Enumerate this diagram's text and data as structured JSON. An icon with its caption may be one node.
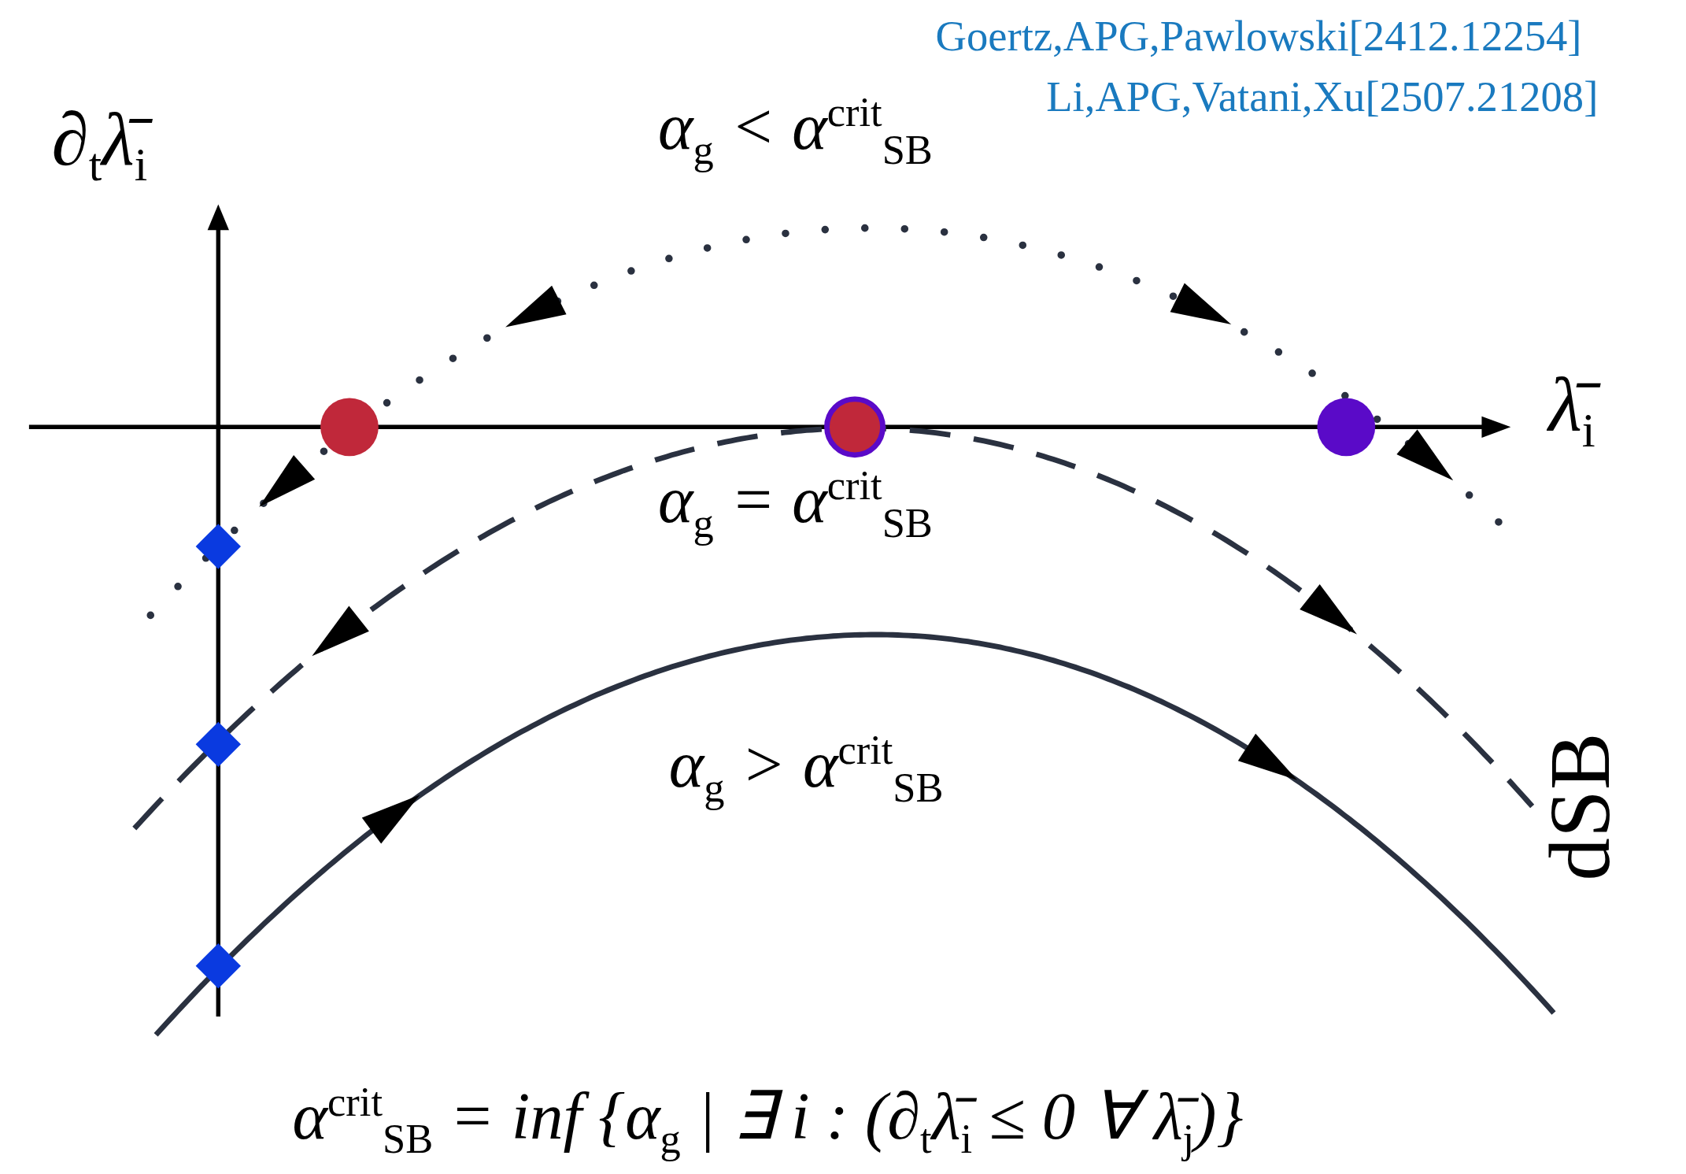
{
  "diagram": {
    "labels": [
      "Goertz,APG,Pawlowski[2412.12254]",
      "Li,APG,Vatani,Xu[2507.21208]",
      "∂$_{t}$λ̄$_{i}$",
      "α$_{g}$ < α$^{crit}$$_{SB}$",
      "λ̄$_{i}$",
      "α$_{g}$ = α$^{crit}$$_{SB}$",
      "α$_{g}$ > α$^{crit}$$_{SB}$",
      "dSB",
      "α$^{crit}$$_{SB}$ = inf {α$_{g}$ | ∃ i :  (∂$_{t}$λ̄$_{i}$ ≤ 0   ∀ λ̄$_{j}$)}"
    ]
  }
}
